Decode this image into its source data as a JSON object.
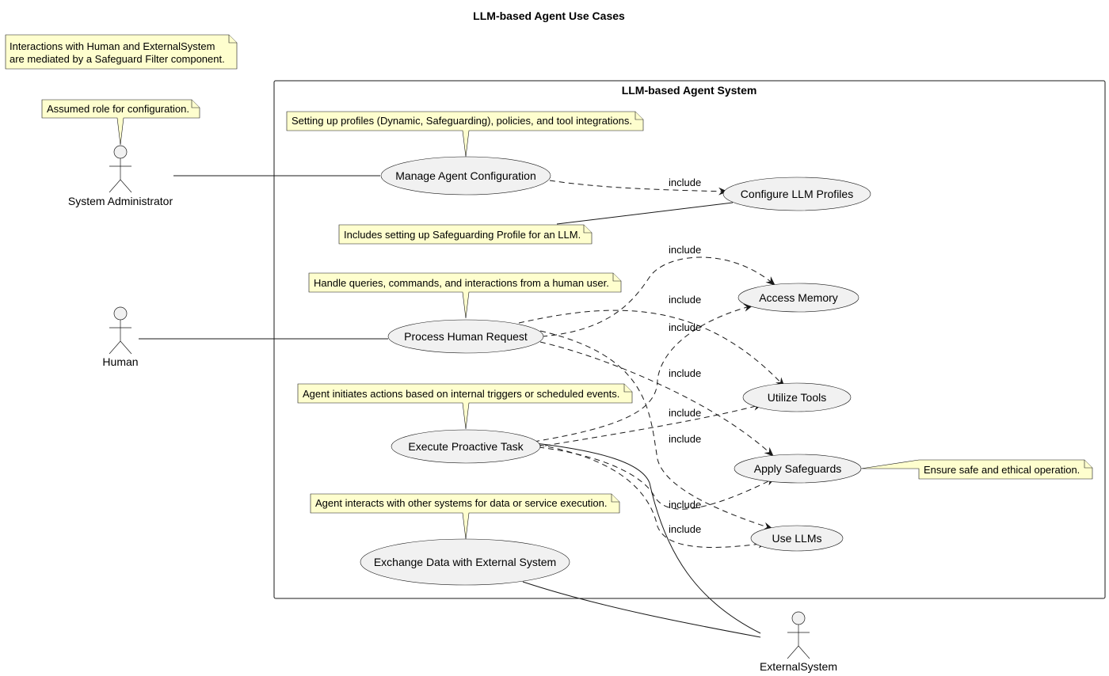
{
  "title": "LLM-based Agent Use Cases",
  "system_boundary": {
    "title": "LLM-based Agent System"
  },
  "actors": {
    "system_administrator": "System Administrator",
    "human": "Human",
    "external_system": "ExternalSystem"
  },
  "use_cases": {
    "manage_agent_configuration": "Manage Agent Configuration",
    "configure_llm_profiles": "Configure LLM Profiles",
    "access_memory": "Access Memory",
    "process_human_request": "Process Human Request",
    "utilize_tools": "Utilize Tools",
    "execute_proactive_task": "Execute Proactive Task",
    "apply_safeguards": "Apply Safeguards",
    "use_llms": "Use LLMs",
    "exchange_data_with_external_system": "Exchange Data with External System"
  },
  "notes": {
    "safeguard_filter": [
      "Interactions with Human and ExternalSystem",
      "are mediated by a Safeguard Filter component."
    ],
    "assumed_role": "Assumed role for configuration.",
    "setting_up_profiles": "Setting up profiles (Dynamic, Safeguarding), policies, and tool integrations.",
    "includes_safeguarding": "Includes setting up Safeguarding Profile for an LLM.",
    "handle_queries": "Handle queries, commands, and interactions from a human user.",
    "agent_initiates": "Agent initiates actions based on internal triggers or scheduled events.",
    "agent_interacts": "Agent interacts with other systems for data or service execution.",
    "ensure_safe": "Ensure safe and ethical operation."
  },
  "relation_labels": {
    "include": "include"
  },
  "style": {
    "note_fill": "#fefece",
    "usecase_fill": "#f1f1f1",
    "line_color": "#181818"
  }
}
